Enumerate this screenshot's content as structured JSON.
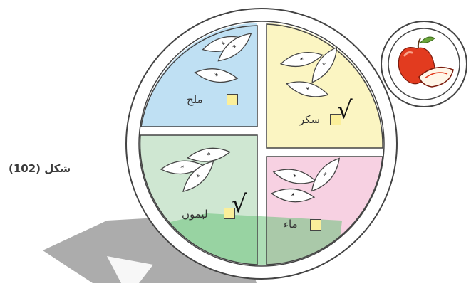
{
  "figure": {
    "label": "شكل (102)"
  },
  "quadrants": [
    {
      "id": "top-left",
      "label": "ملح",
      "color": "#bfe0f3",
      "checked": false
    },
    {
      "id": "top-right",
      "label": "سكر",
      "color": "#fbf5c2",
      "checked": true
    },
    {
      "id": "bottom-left",
      "label": "ليمون",
      "color": "#cfe7d2",
      "checked": true
    },
    {
      "id": "bottom-right",
      "label": "ماء",
      "color": "#f7d1e2",
      "checked": false
    }
  ],
  "check_mark": "√",
  "colors": {
    "outline": "#444444",
    "checkbox_fill": "#fbef9a",
    "green_overlay": "#6cc27a",
    "gray_shadow": "#9a9a9a",
    "apple_red": "#e23b1f",
    "apple_leaf": "#6aa43a"
  },
  "icons": {
    "side_badge": "apple-icon",
    "quadrant_art": "apple-slice-icon"
  }
}
